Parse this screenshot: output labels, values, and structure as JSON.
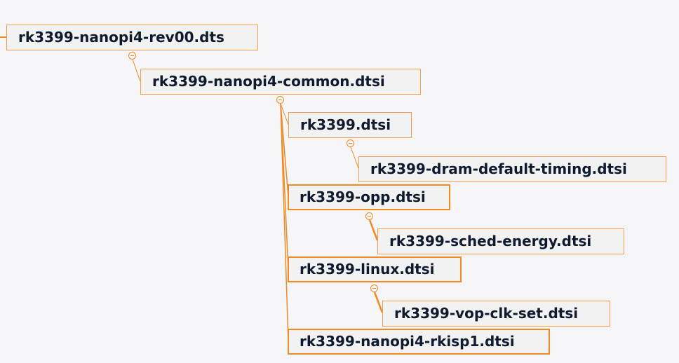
{
  "tree": {
    "nodes": [
      {
        "id": "n0",
        "label": "rk3399-nanopi4-rev00.dts"
      },
      {
        "id": "n1",
        "label": "rk3399-nanopi4-common.dtsi"
      },
      {
        "id": "n2",
        "label": "rk3399.dtsi"
      },
      {
        "id": "n3",
        "label": "rk3399-dram-default-timing.dtsi"
      },
      {
        "id": "n4",
        "label": "rk3399-opp.dtsi"
      },
      {
        "id": "n5",
        "label": "rk3399-sched-energy.dtsi"
      },
      {
        "id": "n6",
        "label": "rk3399-linux.dtsi"
      },
      {
        "id": "n7",
        "label": "rk3399-vop-clk-set.dtsi"
      },
      {
        "id": "n8",
        "label": "rk3399-nanopi4-rkisp1.dtsi"
      }
    ],
    "toggles": [
      {
        "id": "t0",
        "icon": "collapse-icon"
      },
      {
        "id": "t1",
        "icon": "collapse-icon"
      },
      {
        "id": "t2",
        "icon": "collapse-icon"
      },
      {
        "id": "t4",
        "icon": "collapse-icon"
      },
      {
        "id": "t6",
        "icon": "collapse-icon"
      }
    ],
    "colors": {
      "link": "#f08a24",
      "node_border": "#f29e4c",
      "node_fill": "#f2f2f3",
      "text": "#0f1a2e",
      "background": "#f6f6f8"
    }
  }
}
